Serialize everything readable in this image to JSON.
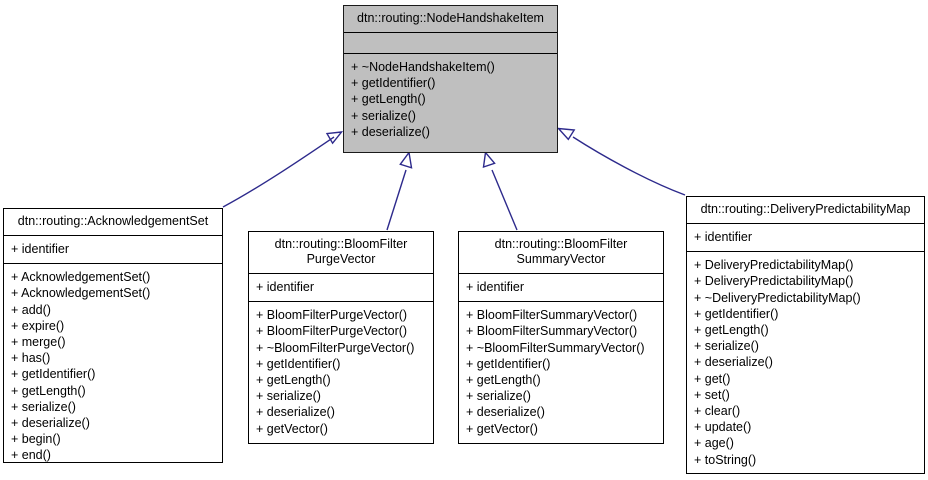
{
  "diagram": {
    "title": "dtn::routing::NodeHandshakeItem inheritance diagram",
    "type": "uml-class-inheritance",
    "colors": {
      "root_fill": "#bfbfbf",
      "class_fill": "#ffffff",
      "border": "#000000",
      "edge": "#2d2a8c",
      "text": "#000000",
      "background": "#ffffff"
    }
  },
  "classes": [
    {
      "id": "node-handshake-item",
      "name": "dtn::routing::NodeHandshakeItem",
      "is_root": true,
      "attributes": [],
      "operations": [
        "+ ~NodeHandshakeItem()",
        "+ getIdentifier()",
        "+ getLength()",
        "+ serialize()",
        "+ deserialize()"
      ]
    },
    {
      "id": "acknowledgement-set",
      "name": "dtn::routing::AcknowledgementSet",
      "is_root": false,
      "attributes": [
        "+ identifier"
      ],
      "operations": [
        "+ AcknowledgementSet()",
        "+ AcknowledgementSet()",
        "+ add()",
        "+ expire()",
        "+ merge()",
        "+ has()",
        "+ getIdentifier()",
        "+ getLength()",
        "+ serialize()",
        "+ deserialize()",
        "+ begin()",
        "+ end()"
      ]
    },
    {
      "id": "bloom-filter-purge-vector",
      "name": "dtn::routing::BloomFilter\nPurgeVector",
      "is_root": false,
      "attributes": [
        "+ identifier"
      ],
      "operations": [
        "+ BloomFilterPurgeVector()",
        "+ BloomFilterPurgeVector()",
        "+ ~BloomFilterPurgeVector()",
        "+ getIdentifier()",
        "+ getLength()",
        "+ serialize()",
        "+ deserialize()",
        "+ getVector()"
      ]
    },
    {
      "id": "bloom-filter-summary-vector",
      "name": "dtn::routing::BloomFilter\nSummaryVector",
      "is_root": false,
      "attributes": [
        "+ identifier"
      ],
      "operations": [
        "+ BloomFilterSummaryVector()",
        "+ BloomFilterSummaryVector()",
        "+ ~BloomFilterSummaryVector()",
        "+ getIdentifier()",
        "+ getLength()",
        "+ serialize()",
        "+ deserialize()",
        "+ getVector()"
      ]
    },
    {
      "id": "delivery-predictability-map",
      "name": "dtn::routing::DeliveryPredictabilityMap",
      "is_root": false,
      "attributes": [
        "+ identifier"
      ],
      "operations": [
        "+ DeliveryPredictabilityMap()",
        "+ DeliveryPredictabilityMap()",
        "+ ~DeliveryPredictabilityMap()",
        "+ getIdentifier()",
        "+ getLength()",
        "+ serialize()",
        "+ deserialize()",
        "+ get()",
        "+ set()",
        "+ clear()",
        "+ update()",
        "+ age()",
        "+ toString()"
      ]
    }
  ],
  "edges": [
    {
      "from": "acknowledgement-set",
      "to": "node-handshake-item",
      "kind": "inheritance"
    },
    {
      "from": "bloom-filter-purge-vector",
      "to": "node-handshake-item",
      "kind": "inheritance"
    },
    {
      "from": "bloom-filter-summary-vector",
      "to": "node-handshake-item",
      "kind": "inheritance"
    },
    {
      "from": "delivery-predictability-map",
      "to": "node-handshake-item",
      "kind": "inheritance"
    }
  ]
}
